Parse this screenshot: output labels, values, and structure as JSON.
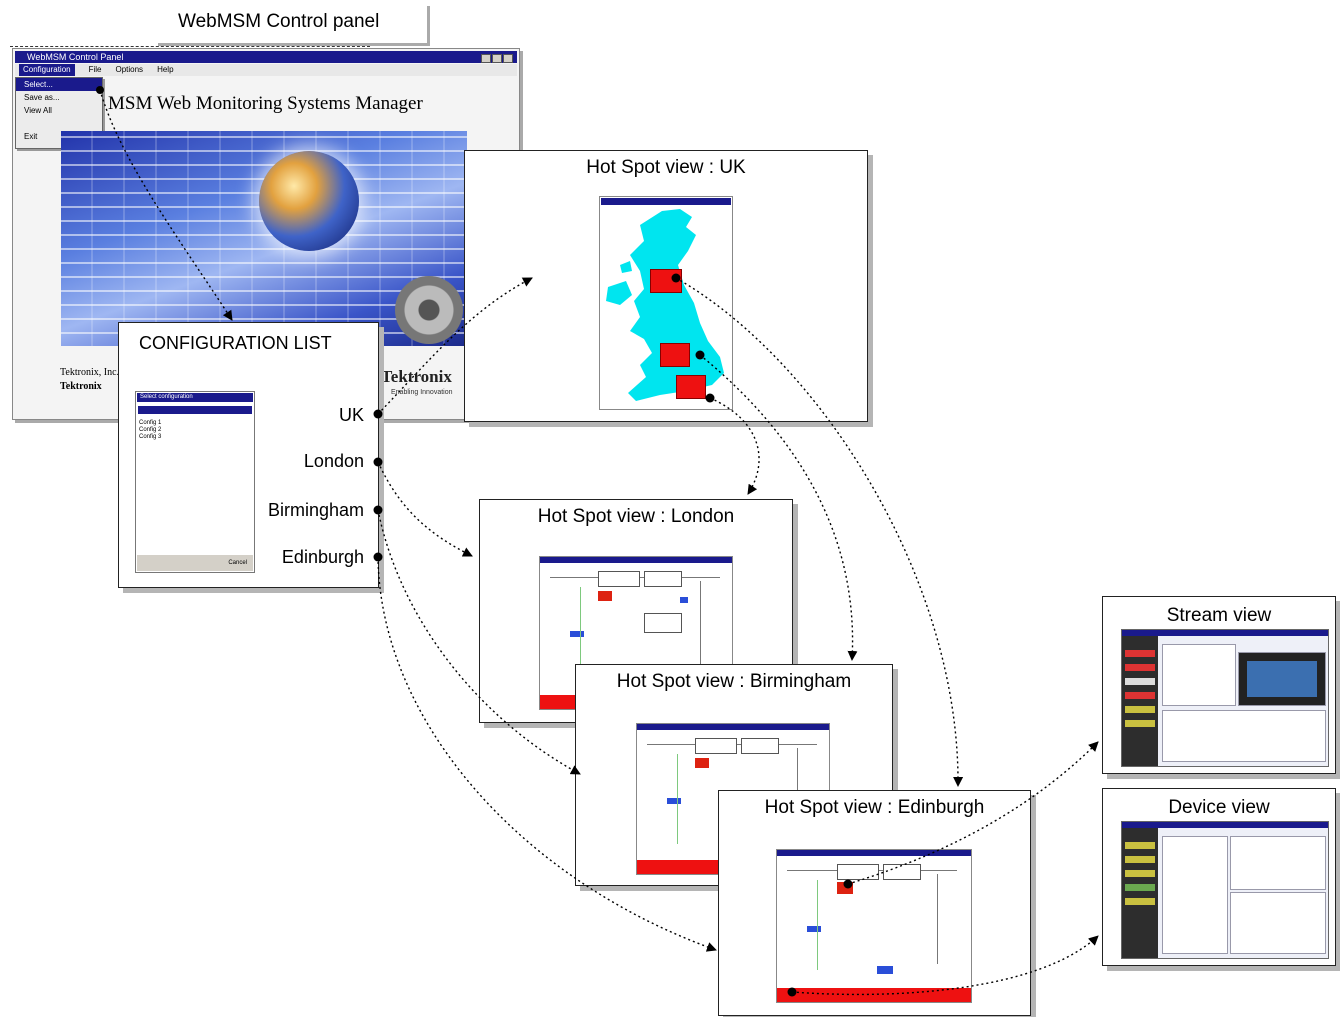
{
  "control_panel": {
    "tab_label": "WebMSM Control panel",
    "window_title": "WebMSM Control Panel",
    "heading": "MSM   Web Monitoring Systems Manager",
    "menu": [
      "Configuration",
      "File",
      "Options",
      "Help"
    ],
    "dropdown_items": [
      "Select...",
      "Save as...",
      "View All",
      "",
      "Exit"
    ],
    "footer_line_1": "Tektronix, Inc.",
    "footer_line_2": "Tektronix",
    "logo_text": "Tektronix",
    "logo_subtext": "Enabling Innovation"
  },
  "configuration_list": {
    "title": "CONFIGURATION LIST",
    "window_title": "Select configuration",
    "window_items": "Config 1\nConfig 2\nConfig 3",
    "status_label": "Cancel",
    "entries": [
      "UK",
      "London",
      "Birmingham",
      "Edinburgh"
    ]
  },
  "hotspots": {
    "uk": "Hot Spot view : UK",
    "london": "Hot Spot view : London",
    "birmingham": "Hot Spot view : Birmingham",
    "edinburgh": "Hot Spot view : Edinburgh"
  },
  "views": {
    "stream": "Stream view",
    "device": "Device view"
  },
  "colors": {
    "window_title_bar": "#1a1a8c",
    "map_fill": "#00e5ef",
    "hotspot_red": "#e11111",
    "arrow": "#000000"
  }
}
